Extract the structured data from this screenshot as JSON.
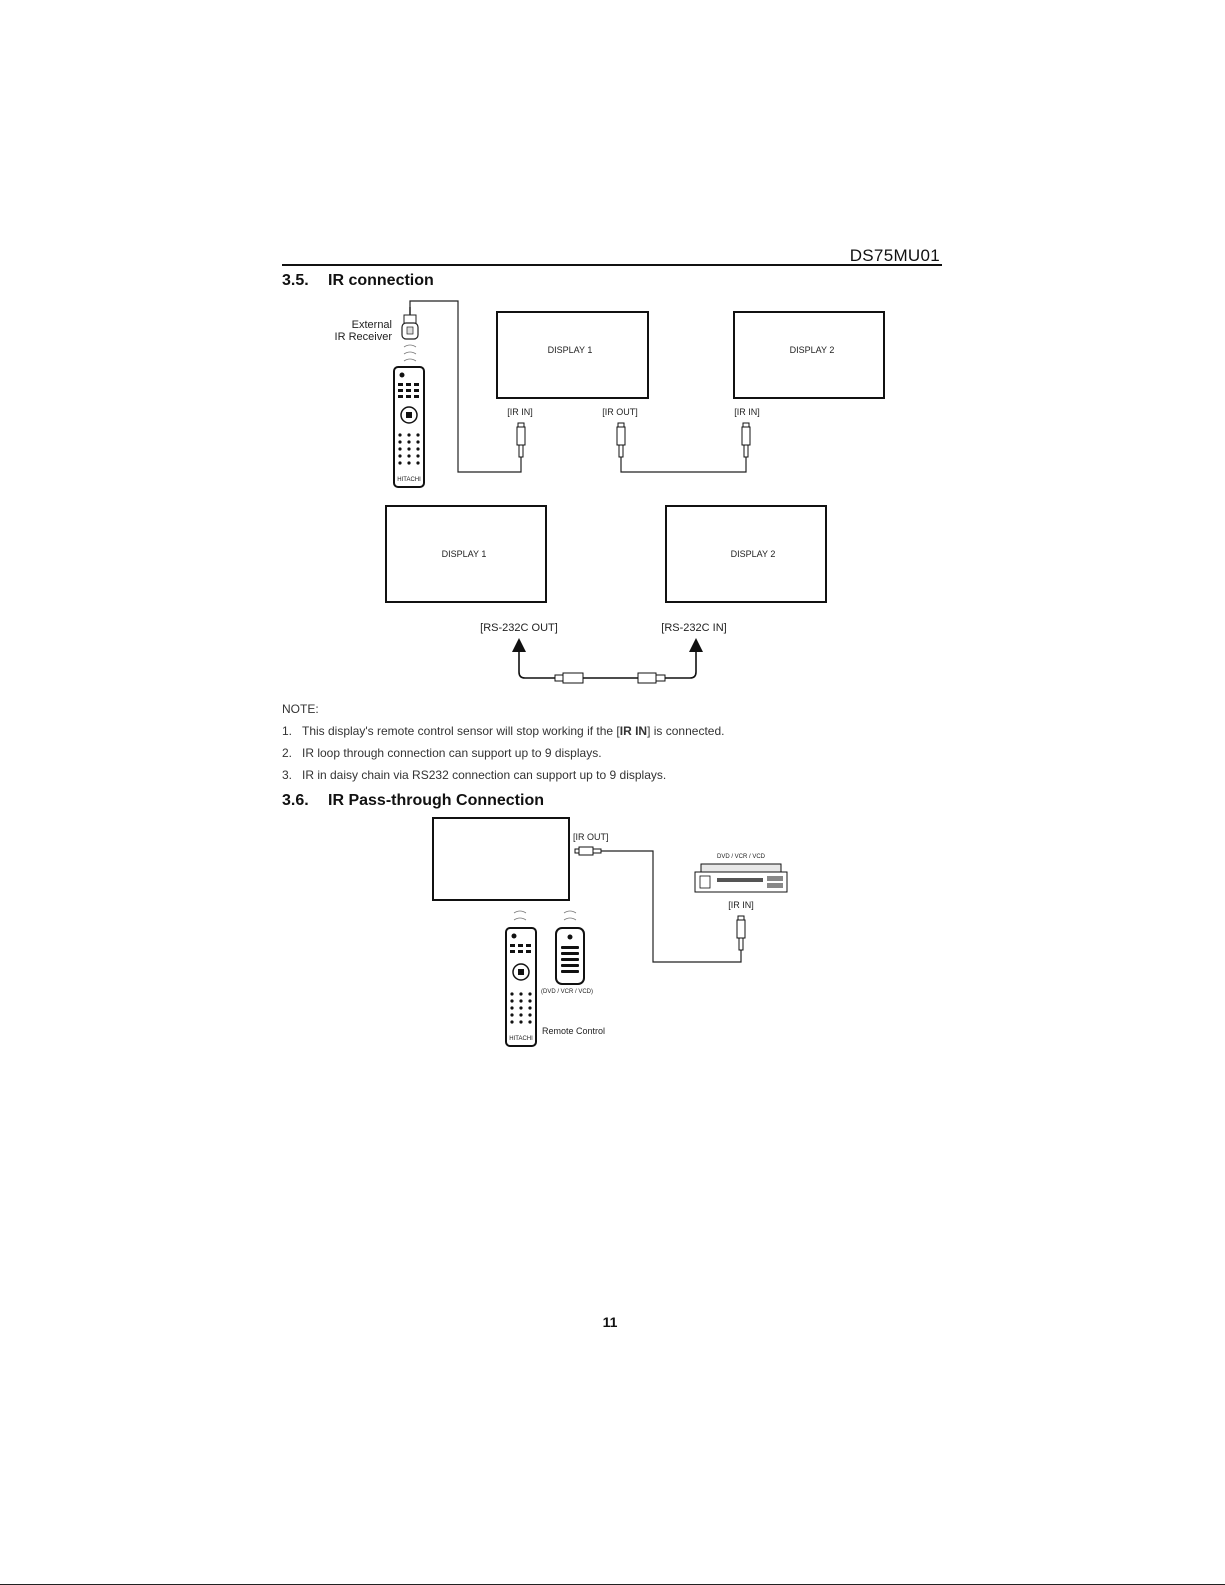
{
  "header": {
    "model": "DS75MU01"
  },
  "section_35": {
    "number": "3.5.",
    "title": "IR connection",
    "diagram_top": {
      "external_receiver": [
        "External",
        "IR Receiver"
      ],
      "display1": "DISPLAY 1",
      "display2": "DISPLAY 2",
      "ir_in_1": "[IR IN]",
      "ir_out_1": "[IR OUT]",
      "ir_in_2": "[IR IN]",
      "remote_brand": "HITACHI"
    },
    "diagram_bottom": {
      "display1": "DISPLAY 1",
      "display2": "DISPLAY 2",
      "rs_out": "[RS-232C OUT]",
      "rs_in": "[RS-232C IN]"
    }
  },
  "notes": {
    "heading": "NOTE:",
    "items": [
      {
        "index": "1.",
        "before": "This display's remote control sensor will stop working if the [",
        "bold": "IR IN",
        "after": "] is connected."
      },
      {
        "index": "2.",
        "text": "IR loop through connection can support up to 9 displays."
      },
      {
        "index": "3.",
        "text": "IR in daisy chain via RS232 connection can support up to 9 displays."
      }
    ]
  },
  "section_36": {
    "number": "3.6.",
    "title": "IR Pass-through Connection",
    "diagram": {
      "ir_out": "[IR OUT]",
      "device": "DVD / VCR / VCD",
      "ir_in": "[IR IN]",
      "small_remote": "(DVD / VCR / VCD)",
      "remote_control": "Remote Control",
      "remote_brand": "HITACHI"
    }
  },
  "footer": {
    "page_number": "11"
  }
}
